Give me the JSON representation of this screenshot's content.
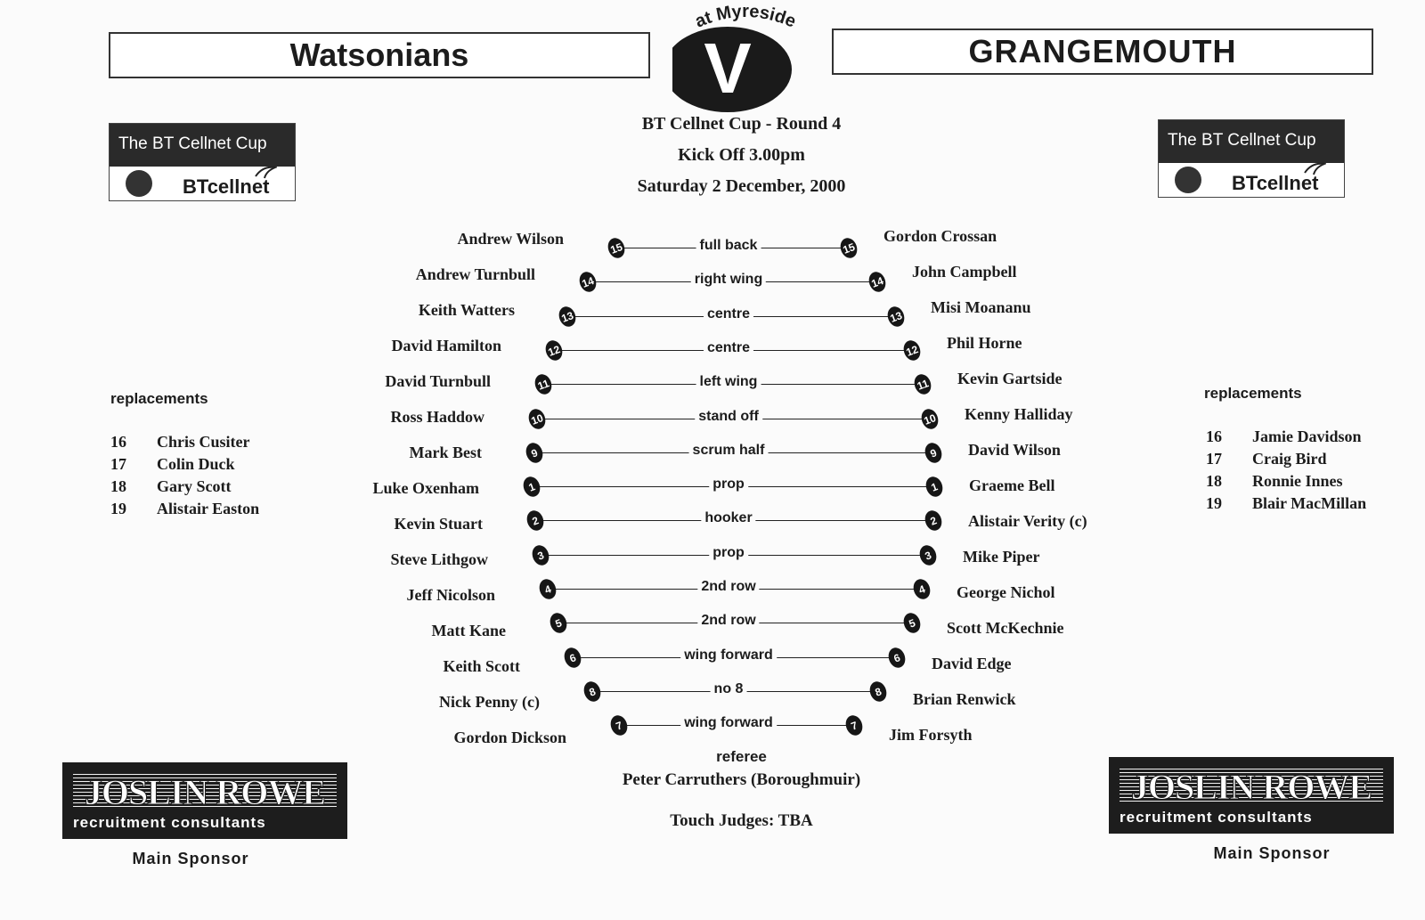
{
  "home_team": "Watsonians",
  "away_team": "GRANGEMOUTH",
  "venue": "at Myreside",
  "badge_letter": "V",
  "competition": "BT Cellnet Cup - Round 4",
  "kickoff": "Kick Off 3.00pm",
  "date": "Saturday 2 December, 2000",
  "cup_logo": {
    "title": "The BT Cellnet Cup",
    "brand": "BTcellnet"
  },
  "lineup": [
    {
      "num": "15",
      "position": "full back",
      "home": "Andrew Wilson",
      "away": "Gordon Crossan"
    },
    {
      "num": "14",
      "position": "right wing",
      "home": "Andrew Turnbull",
      "away": "John Campbell"
    },
    {
      "num": "13",
      "position": "centre",
      "home": "Keith Watters",
      "away": "Misi Moananu"
    },
    {
      "num": "12",
      "position": "centre",
      "home": "David Hamilton",
      "away": "Phil Horne"
    },
    {
      "num": "11",
      "position": "left wing",
      "home": "David Turnbull",
      "away": "Kevin Gartside"
    },
    {
      "num": "10",
      "position": "stand off",
      "home": "Ross Haddow",
      "away": "Kenny Halliday"
    },
    {
      "num": "9",
      "position": "scrum half",
      "home": "Mark Best",
      "away": "David Wilson"
    },
    {
      "num": "1",
      "position": "prop",
      "home": "Luke Oxenham",
      "away": "Graeme Bell"
    },
    {
      "num": "2",
      "position": "hooker",
      "home": "Kevin Stuart",
      "away": "Alistair Verity (c)"
    },
    {
      "num": "3",
      "position": "prop",
      "home": "Steve Lithgow",
      "away": "Mike Piper"
    },
    {
      "num": "4",
      "position": "2nd row",
      "home": "Jeff Nicolson",
      "away": "George Nichol"
    },
    {
      "num": "5",
      "position": "2nd row",
      "home": "Matt Kane",
      "away": "Scott McKechnie"
    },
    {
      "num": "6",
      "position": "wing forward",
      "home": "Keith Scott",
      "away": "David Edge"
    },
    {
      "num": "8",
      "position": "no 8",
      "home": "Nick Penny (c)",
      "away": "Brian Renwick"
    },
    {
      "num": "7",
      "position": "wing forward",
      "home": "Gordon Dickson",
      "away": "Jim Forsyth"
    }
  ],
  "replacements_label": "replacements",
  "home_replacements": [
    {
      "num": "16",
      "name": "Chris Cusiter"
    },
    {
      "num": "17",
      "name": "Colin Duck"
    },
    {
      "num": "18",
      "name": "Gary Scott"
    },
    {
      "num": "19",
      "name": "Alistair Easton"
    }
  ],
  "away_replacements": [
    {
      "num": "16",
      "name": "Jamie Davidson"
    },
    {
      "num": "17",
      "name": "Craig Bird"
    },
    {
      "num": "18",
      "name": "Ronnie Innes"
    },
    {
      "num": "19",
      "name": "Blair MacMillan"
    }
  ],
  "referee_label": "referee",
  "referee": "Peter Carruthers (Boroughmuir)",
  "touch_judges": "Touch Judges: TBA",
  "sponsor": {
    "name": "JOSLIN ROWE",
    "tagline": "recruitment consultants",
    "label": "Main Sponsor"
  }
}
